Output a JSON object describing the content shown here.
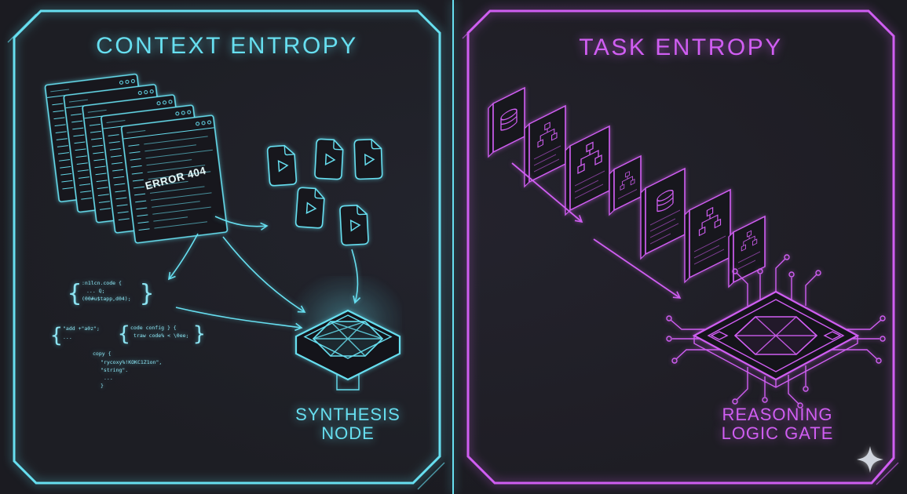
{
  "colors": {
    "bg": "#1b1b21",
    "cyan": "#67dff0",
    "magenta": "#d05ef2",
    "text_light": "#eaffff"
  },
  "left_panel": {
    "title": "CONTEXT ENTROPY",
    "window_error_text": "ERROR 404",
    "code_block_1": {
      "open": "{",
      "line_1": ":n1lcn.code {",
      "line_2": "...  Q;",
      "line_3": "(00#u$tapp,d04);",
      "close": "}"
    },
    "code_block_2": {
      "open": "{",
      "line_1": "\"add +\"a0z\";",
      "line_2": "..."
    },
    "code_block_3": {
      "open": "{",
      "line_1": "code config } {",
      "line_2": "traw code% < \\0ee;",
      "close": "}"
    },
    "code_block_4": {
      "line_1": "copy {",
      "line_2": "\"rycoxy%!KOKC1Z1on\",",
      "line_3": "\"string\".",
      "line_4": "...",
      "line_5": "}"
    },
    "node_label_line_1": "SYNTHESIS",
    "node_label_line_2": "NODE"
  },
  "right_panel": {
    "title": "TASK ENTROPY",
    "node_label_line_1": "REASONING",
    "node_label_line_2": "LOGIC GATE"
  }
}
